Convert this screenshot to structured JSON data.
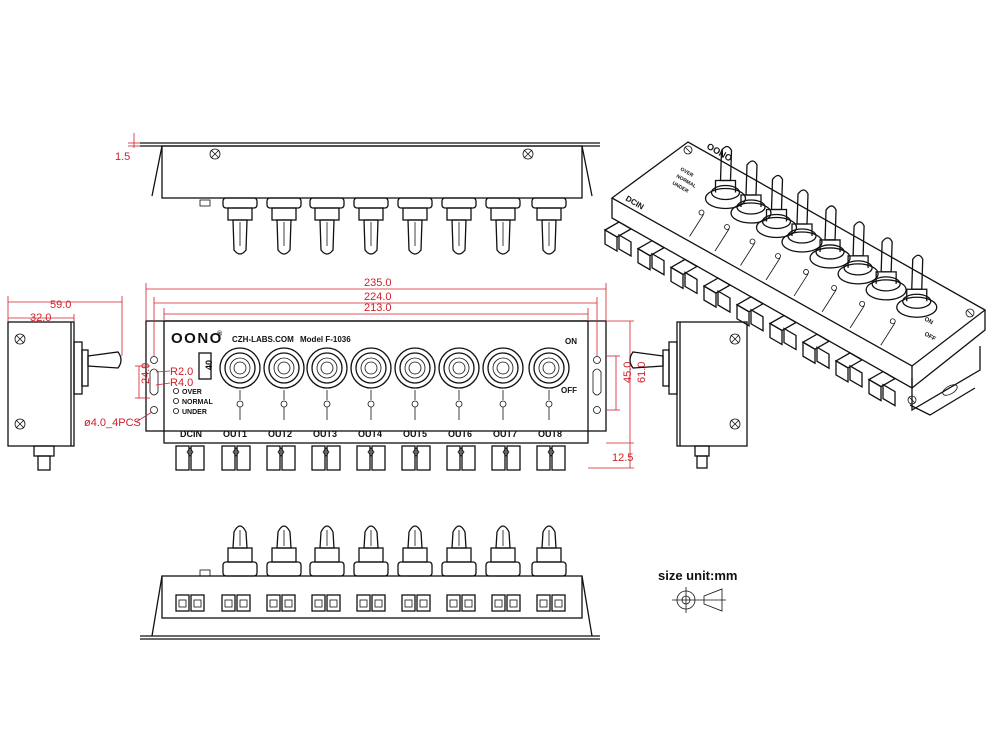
{
  "brand": "OONO",
  "brand_mark": "®",
  "website": "CZH-LABS.COM",
  "model": "Model F-1036",
  "rating": "40",
  "switch_on": "ON",
  "switch_off": "OFF",
  "leds": [
    "OVER",
    "NORMAL",
    "UNDER"
  ],
  "input_label": "DCIN",
  "outputs": [
    "OUT1",
    "OUT2",
    "OUT3",
    "OUT4",
    "OUT5",
    "OUT6",
    "OUT7",
    "OUT8"
  ],
  "dimensions": {
    "top_thickness": "1.5",
    "side_depth_total": "59.0",
    "side_depth_body": "32.0",
    "length_overall": "235.0",
    "hole_spacing": "224.0",
    "body_length": "213.0",
    "slot_radius_small": "R2.0",
    "slot_radius_large": "R4.0",
    "slot_height": "24.9",
    "mount_holes": "ø4.0_4PCS",
    "height_body": "45.0",
    "height_overall": "61.0",
    "terminal_height": "12.5"
  },
  "unit_note": "size unit:mm"
}
